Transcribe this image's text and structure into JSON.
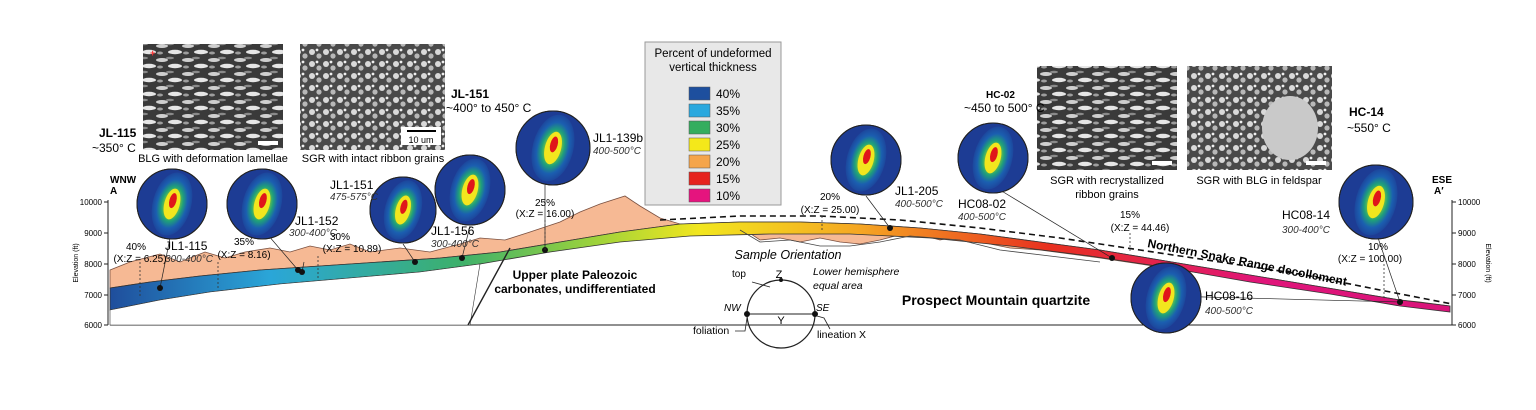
{
  "colors": {
    "ramp": [
      "#1f4e9c",
      "#2aa6d8",
      "#3cb06c",
      "#9bd23c",
      "#f2e61e",
      "#f5a623",
      "#e8311f",
      "#e0157a"
    ],
    "upper_plate_fill": "#f6b994",
    "legend_bg": "#e8e8e8"
  },
  "legend": {
    "title_line1": "Percent of undeformed",
    "title_line2": "vertical thickness",
    "items": [
      {
        "label": "40%",
        "color": "#1d4f9e"
      },
      {
        "label": "35%",
        "color": "#2aa8de"
      },
      {
        "label": "30%",
        "color": "#34ad5e"
      },
      {
        "label": "25%",
        "color": "#f4e81a"
      },
      {
        "label": "20%",
        "color": "#f5a54a"
      },
      {
        "label": "15%",
        "color": "#e6231d"
      },
      {
        "label": "10%",
        "color": "#e5147e"
      }
    ]
  },
  "ends": {
    "left_dir": "WNW",
    "left_letter": "A",
    "right_dir": "ESE",
    "right_letter": "A′"
  },
  "axes": {
    "left_label": "Elevation (ft)",
    "right_label": "Elevation (ft)",
    "ticks": [
      "10000",
      "9000",
      "8000",
      "7000",
      "6000"
    ]
  },
  "samples": [
    {
      "id": "JL-115",
      "temp": "~350° C"
    },
    {
      "id": "JL-151",
      "temp": "~400° to 450° C"
    },
    {
      "id": "HC-02",
      "temp": "~450 to 500° C"
    },
    {
      "id": "HC-14",
      "temp": "~550° C"
    }
  ],
  "micrographs": [
    {
      "caption": "BLG with deformation lamellae",
      "scale": ""
    },
    {
      "caption": "SGR with intact ribbon grains",
      "scale": "10 um"
    },
    {
      "caption_line1": "SGR with recrystallized",
      "caption_line2": "ribbon grains",
      "scale": ""
    },
    {
      "caption": "SGR with BLG in feldspar",
      "scale": ""
    }
  ],
  "stereonets": [
    {
      "name": "JL1-115",
      "temp": "300-400°C"
    },
    {
      "name": "JL1-152",
      "temp": "300-400°C"
    },
    {
      "name": "JL1-151",
      "temp": "475-575°C"
    },
    {
      "name": "JL1-156",
      "temp": "300-400°C"
    },
    {
      "name": "JL1-139b",
      "temp": "400-500°C"
    },
    {
      "name": "JL1-205",
      "temp": "400-500°C"
    },
    {
      "name": "HC08-02",
      "temp": "400-500°C"
    },
    {
      "name": "HC08-14",
      "temp": "300-400°C"
    },
    {
      "name": "HC08-16",
      "temp": "400-500°C"
    }
  ],
  "strain": [
    {
      "pct": "40%",
      "xz": "(X:Z = 6.25)"
    },
    {
      "pct": "35%",
      "xz": "(X:Z = 8.16)"
    },
    {
      "pct": "30%",
      "xz": "(X:Z = 10.89)"
    },
    {
      "pct": "25%",
      "xz": "(X:Z = 16.00)"
    },
    {
      "pct": "20%",
      "xz": "(X:Z = 25.00)"
    },
    {
      "pct": "15%",
      "xz": "(X:Z = 44.46)"
    },
    {
      "pct": "10%",
      "xz": "(X:Z = 100.00)"
    }
  ],
  "units": {
    "upper_plate_line1": "Upper plate Paleozoic",
    "upper_plate_line2": "carbonates, undifferentiated",
    "quartzite": "Prospect Mountain quartzite",
    "decollement": "Northern Snake Range decollement"
  },
  "orientation": {
    "title": "Sample Orientation",
    "hemi_line1": "Lower hemisphere",
    "hemi_line2": "equal area",
    "top": "top",
    "z": "Z",
    "y": "Y",
    "nw": "NW",
    "se": "SE",
    "foliation": "foliation",
    "lineation": "lineation X"
  }
}
